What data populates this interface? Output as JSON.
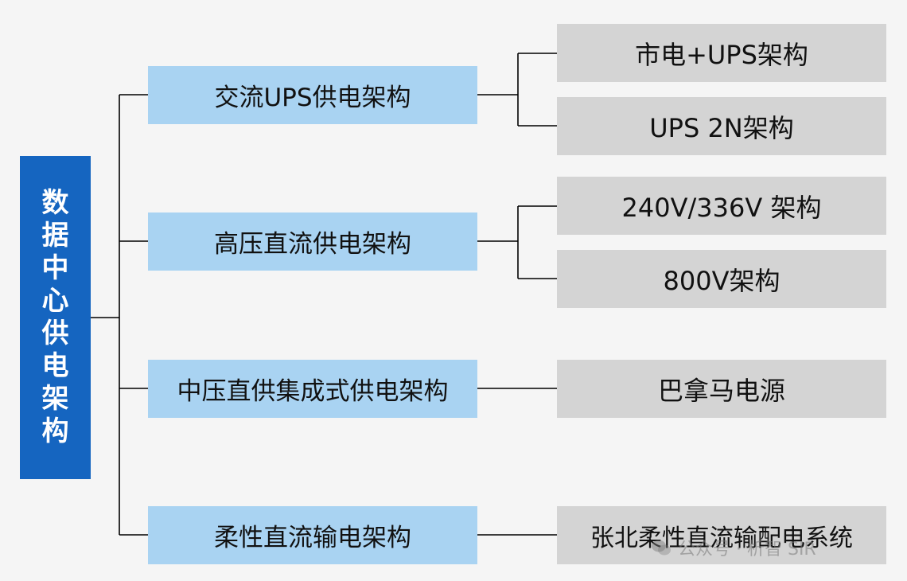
{
  "root": {
    "label": "数据中心供电架构",
    "chars": [
      "数",
      "据",
      "中",
      "心",
      "供",
      "电",
      "架",
      "构"
    ]
  },
  "branches": [
    {
      "label": "交流UPS供电架构",
      "children": [
        "市电+UPS架构",
        "UPS 2N架构"
      ]
    },
    {
      "label": "高压直流供电架构",
      "children": [
        "240V/336V 架构",
        "800V架构"
      ]
    },
    {
      "label": "中压直供集成式供电架构",
      "children": [
        "巴拿马电源"
      ]
    },
    {
      "label": "柔性直流输电架构",
      "children": [
        "张北柔性直流输配电系统"
      ]
    }
  ],
  "watermark": {
    "text": "公众号 · 析智 SIR",
    "icon": "wechat-icon"
  },
  "colors": {
    "root": "#1565c0",
    "branch": "#a9d3f2",
    "leaf": "#d4d4d4",
    "connector": "#000000",
    "background": "#f5f5f5"
  }
}
